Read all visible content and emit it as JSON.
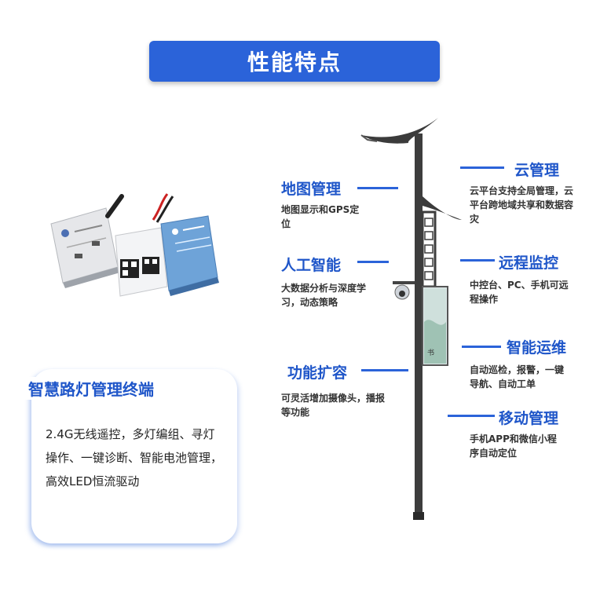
{
  "header": {
    "title": "性能特点"
  },
  "features_left": [
    {
      "title": "地图管理",
      "desc": "地图显示和GPS定位"
    },
    {
      "title": "人工智能",
      "desc": "大数据分析与深度学习，动态策略"
    },
    {
      "title": "功能扩容",
      "desc": "可灵活增加摄像头，播报等功能"
    }
  ],
  "features_right": [
    {
      "title": "云管理",
      "desc": "云平台支持全局管理，云平台跨地域共享和数据容灾"
    },
    {
      "title": "远程监控",
      "desc": "中控台、PC、手机可远程操作"
    },
    {
      "title": "智能运维",
      "desc": "自动巡检，报警，一键导航、自动工单"
    },
    {
      "title": "移动管理",
      "desc": "手机APP和微信小程序自动定位"
    }
  ],
  "card": {
    "title": "智慧路灯管理终端",
    "text": "2.4G无线遥控，多灯编组、寻灯操作、一键诊断、智能电池管理，高效LED恒流驱动"
  },
  "colors": {
    "accent": "#2b63d9",
    "title_blue": "#1f56c9"
  }
}
